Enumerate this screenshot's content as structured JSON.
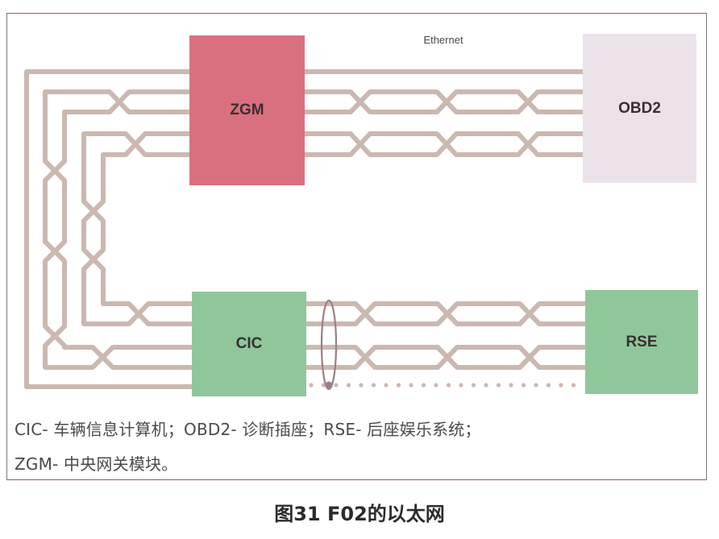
{
  "diagram": {
    "network_label": "Ethernet",
    "modules": [
      {
        "id": "zgm",
        "label": "ZGM",
        "color": "#d9707f"
      },
      {
        "id": "obd2",
        "label": "OBD2",
        "color": "#ece2ea"
      },
      {
        "id": "cic",
        "label": "CIC",
        "color": "#8fc79a"
      },
      {
        "id": "rse",
        "label": "RSE",
        "color": "#8fc79a"
      }
    ],
    "wire_color": "#cbb8b0",
    "shield_color": "#9a7f88",
    "connections": [
      {
        "from": "ZGM",
        "to": "OBD2",
        "type": "twisted-pair x2 + single"
      },
      {
        "from": "ZGM",
        "to": "CIC",
        "type": "twisted-pair x2 + single"
      },
      {
        "from": "CIC",
        "to": "RSE",
        "type": "shielded twisted-pair x2 + drain"
      }
    ]
  },
  "legend": {
    "line1": "CIC- 车辆信息计算机；OBD2- 诊断插座；RSE- 后座娱乐系统；",
    "line2": "ZGM- 中央网关模块。"
  },
  "caption": "图31 F02的以太网"
}
